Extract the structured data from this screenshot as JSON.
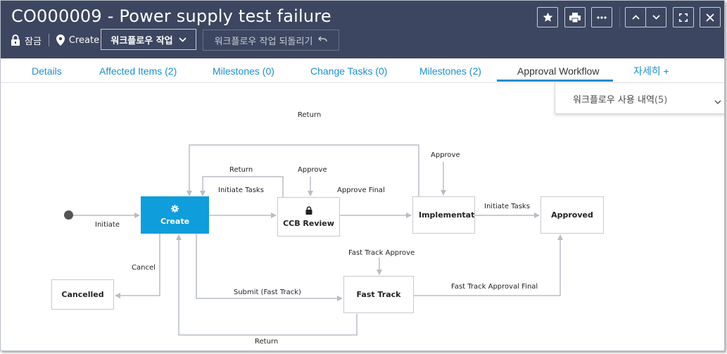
{
  "header": {
    "title": "CO000009 - Power supply test failure",
    "lock_label": "잠금",
    "status": "Create",
    "workflow_action_label": "워크플로우 작업",
    "workflow_undo_label": "워크플로우 작업 되돌리기",
    "buttons": [
      "star-icon",
      "print-icon",
      "more-icon",
      "chevron-up-icon",
      "chevron-down-icon",
      "fullscreen-icon",
      "close-icon"
    ]
  },
  "tabs": [
    {
      "label": "Details",
      "active": false
    },
    {
      "label": "Affected Items (2)",
      "active": false
    },
    {
      "label": "Milestones (0)",
      "active": false
    },
    {
      "label": "Change Tasks (0)",
      "active": false
    },
    {
      "label": "Milestones (2)",
      "active": false
    },
    {
      "label": "Approval Workflow",
      "active": true
    },
    {
      "label": "자세히 +",
      "active": false
    }
  ],
  "history": {
    "label": "워크플로우 사용 내역",
    "count": "(5)"
  },
  "workflow": {
    "nodes": {
      "create": "Create",
      "ccb_review": "CCB Review",
      "implementation": "Implementatio",
      "approved": "Approved",
      "fast_track": "Fast Track",
      "cancelled": "Cancelled"
    },
    "edges": {
      "initiate": "Initiate",
      "return_top": "Return",
      "approve_impl": "Approve",
      "return_ccb": "Return",
      "approve_ccb": "Approve",
      "initiate_tasks_create": "Initiate Tasks",
      "approve_final": "Approve Final",
      "initiate_tasks_impl": "Initiate Tasks",
      "cancel": "Cancel",
      "fast_track_approve": "Fast Track Approve",
      "submit_fast_track": "Submit (Fast Track)",
      "fast_track_approval_final": "Fast Track Approval Final",
      "return_bottom": "Return"
    }
  },
  "colors": {
    "header_bg": "#3c4660",
    "accent": "#1a8fd0",
    "active_node": "#0f9ddb"
  }
}
